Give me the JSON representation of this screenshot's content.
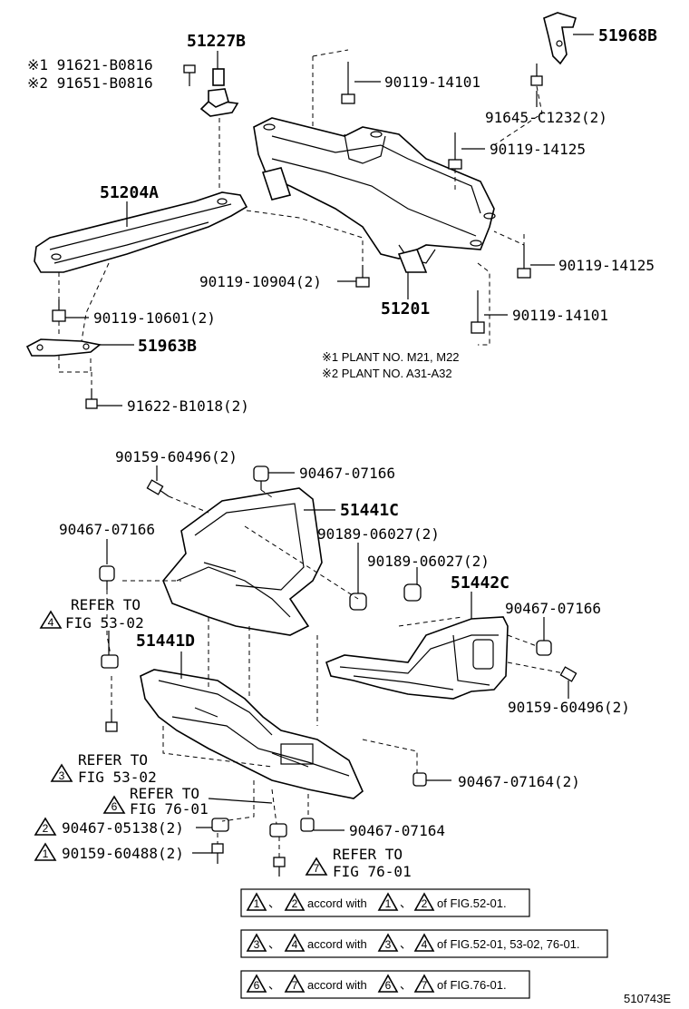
{
  "labels": {
    "p51227B": "51227B",
    "p51968B": "51968B",
    "p91621": "※1 91621-B0816",
    "p91651": "※2 91651-B0816",
    "p90119_14101a": "90119-14101",
    "p91645": "91645-C1232(2)",
    "p90119_14125a": "90119-14125",
    "p51204A": "51204A",
    "p90119_14125b": "90119-14125",
    "p90119_10904": "90119-10904(2)",
    "p51201": "51201",
    "p90119_10601": "90119-10601(2)",
    "p90119_14101b": "90119-14101",
    "p51963B": "51963B",
    "plant1": "※1 PLANT NO. M21, M22",
    "plant2": "※2 PLANT NO. A31-A32",
    "p91622": "91622-B1018(2)",
    "p90159_60496a": "90159-60496(2)",
    "p90467_07166a": "90467-07166",
    "p51441C": "51441C",
    "p90467_07166b": "90467-07166",
    "p90189_06027a": "90189-06027(2)",
    "p90189_06027b": "90189-06027(2)",
    "p51442C": "51442C",
    "p90467_07166c": "90467-07166",
    "ref4a": "REFER TO",
    "ref4b": "FIG 53-02",
    "p51441D": "51441D",
    "p90159_60496b": "90159-60496(2)",
    "ref3a": "REFER TO",
    "ref3b": "FIG 53-02",
    "p90467_07164a": "90467-07164(2)",
    "ref6a": "REFER TO",
    "ref6b": "FIG 76-01",
    "p90467_05138": "90467-05138(2)",
    "p90467_07164b": "90467-07164",
    "p90159_60488": "90159-60488(2)",
    "ref7a": "REFER TO",
    "ref7b": "FIG 76-01",
    "diagram_id": "510743E"
  },
  "markers": {
    "m1": "1",
    "m2": "2",
    "m3": "3",
    "m4": "4",
    "m6": "6",
    "m7": "7"
  },
  "legend": {
    "row1": {
      "sep": "、",
      "mid": "accord with",
      "tail": "of FIG.52-01."
    },
    "row2": {
      "sep": "、",
      "mid": "accord with",
      "tail": "of FIG.52-01, 53-02, 76-01."
    },
    "row3": {
      "sep": "、",
      "mid": "accord with",
      "tail": "of FIG.76-01."
    }
  }
}
